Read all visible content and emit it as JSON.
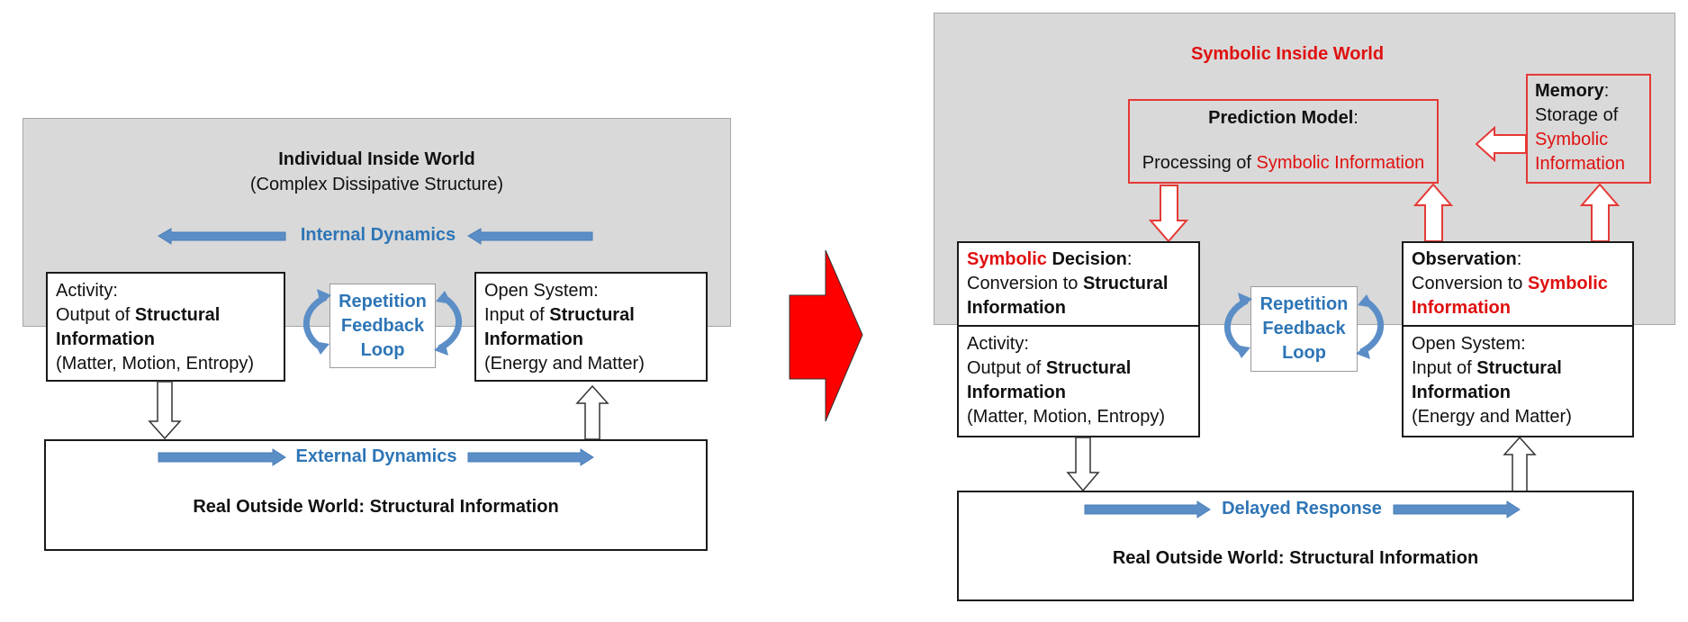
{
  "left": {
    "inside_title": "Individual Inside World",
    "inside_subtitle": "(Complex Dissipative Structure)",
    "internal_dynamics": "Internal Dynamics",
    "activity": {
      "line1": "Activity:",
      "line2a": "Output of ",
      "line2b": "Structural",
      "line3": "Information",
      "line4": "(Matter, Motion, Entropy)"
    },
    "loop": {
      "line1": "Repetition",
      "line2": "Feedback",
      "line3": "Loop"
    },
    "open_system": {
      "line1": "Open System:",
      "line2a": "Input of ",
      "line2b": "Structural",
      "line3": "Information",
      "line4": "(Energy and Matter)"
    },
    "external_dynamics": "External Dynamics",
    "outside": "Real Outside World: Structural Information"
  },
  "right": {
    "inside_title": "Symbolic Inside World",
    "prediction": {
      "title": "Prediction Model",
      "colon": ":",
      "line2a": "Processing of ",
      "line2b": "Symbolic Information"
    },
    "memory": {
      "title": "Memory",
      "colon": ":",
      "line2": "Storage of",
      "line3": "Symbolic",
      "line4": "Information"
    },
    "decision": {
      "line1a": "Symbolic",
      "line1b": " Decision",
      "colon": ":",
      "line2a": "Conversion to ",
      "line2b": "Structural",
      "line3": "Information"
    },
    "activity": {
      "line1": "Activity:",
      "line2a": "Output of ",
      "line2b": "Structural",
      "line3": "Information",
      "line4": "(Matter, Motion, Entropy)"
    },
    "loop": {
      "line1": "Repetition",
      "line2": "Feedback",
      "line3": "Loop"
    },
    "observation": {
      "line1a": "Observation",
      "colon": ":",
      "line2a": "Conversion to ",
      "line2b": "Symbolic",
      "line3": "Information"
    },
    "open_system": {
      "line1": "Open System:",
      "line2a": "Input of ",
      "line2b": "Structural",
      "line3": "Information",
      "line4": "(Energy and Matter)"
    },
    "delayed_response": "Delayed Response",
    "outside": "Real Outside World: Structural Information"
  },
  "colors": {
    "red": "#e01010",
    "blue": "#2e75b6",
    "gray": "#d9d9d9",
    "arrow_fill": "#5b8ec6"
  }
}
